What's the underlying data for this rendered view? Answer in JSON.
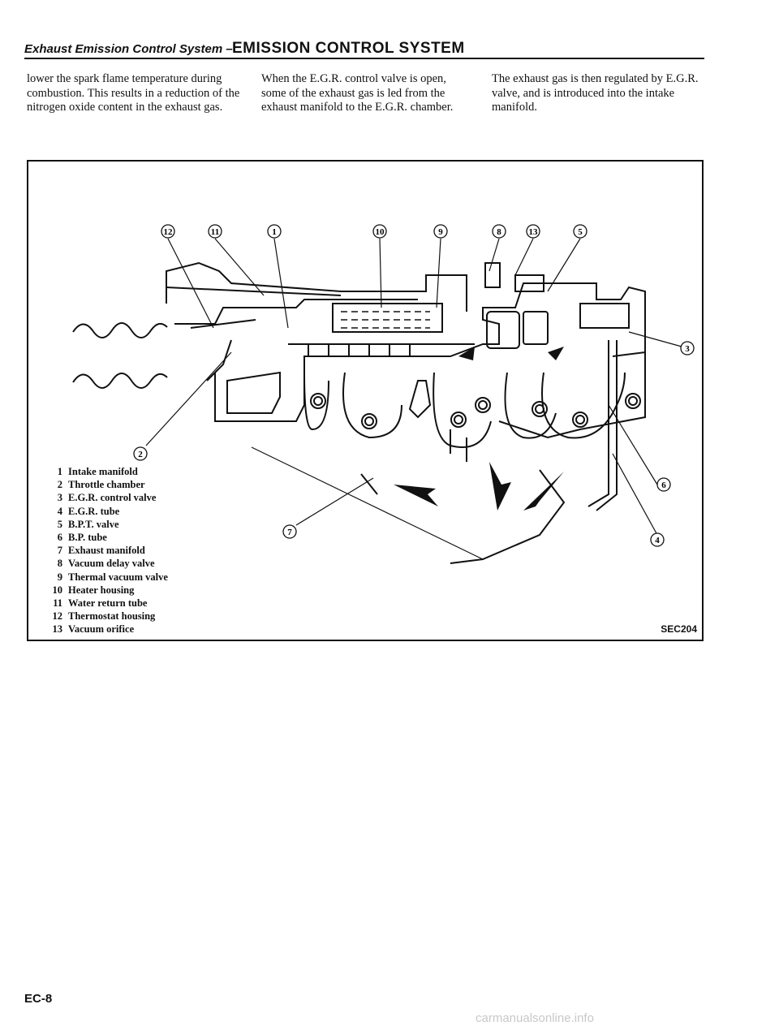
{
  "header": {
    "section": "Exhaust Emission Control System –",
    "title": "EMISSION CONTROL SYSTEM"
  },
  "columns": [
    "lower the spark flame temperature during combustion. This results in a reduction of the nitrogen oxide content in the exhaust gas.",
    "When the E.G.R. control valve is open, some of the exhaust gas is led from the exhaust manifold to the E.G.R. chamber.",
    "The exhaust gas is then regulated by E.G.R. valve, and is introduced into the intake manifold."
  ],
  "figure": {
    "code": "SEC204",
    "callouts": [
      "12",
      "11",
      "1",
      "10",
      "9",
      "8",
      "13",
      "5",
      "3",
      "2",
      "6",
      "7",
      "4"
    ],
    "legend": [
      {
        "num": "1",
        "label": "Intake manifold"
      },
      {
        "num": "2",
        "label": "Throttle chamber"
      },
      {
        "num": "3",
        "label": "E.G.R. control valve"
      },
      {
        "num": "4",
        "label": "E.G.R. tube"
      },
      {
        "num": "5",
        "label": "B.P.T. valve"
      },
      {
        "num": "6",
        "label": "B.P. tube"
      },
      {
        "num": "7",
        "label": "Exhaust manifold"
      },
      {
        "num": "8",
        "label": "Vacuum delay valve"
      },
      {
        "num": "9",
        "label": "Thermal vacuum valve"
      },
      {
        "num": "10",
        "label": "Heater housing"
      },
      {
        "num": "11",
        "label": "Water return tube"
      },
      {
        "num": "12",
        "label": "Thermostat housing"
      },
      {
        "num": "13",
        "label": "Vacuum orifice"
      }
    ]
  },
  "footer": {
    "page": "EC-8",
    "watermark": "carmanualsonline.info"
  }
}
